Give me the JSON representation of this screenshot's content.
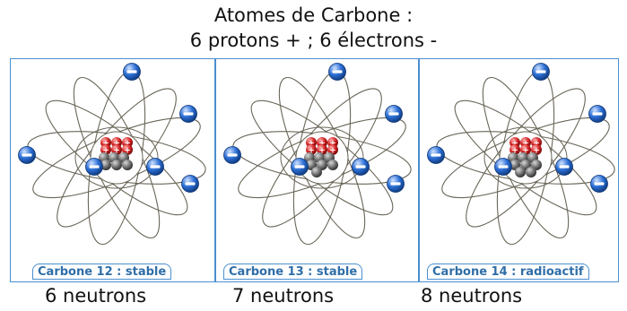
{
  "title": {
    "line1": "Atomes de Carbone :",
    "line2": "6 protons + ; 6 électrons -"
  },
  "panels": [
    {
      "caption": "Carbone 12 : stable",
      "neutrons": 6
    },
    {
      "caption": "Carbone 13 : stable",
      "neutrons": 7
    },
    {
      "caption": "Carbone 14 : radioactif",
      "neutrons": 8
    }
  ],
  "neutron_labels": [
    "6 neutrons",
    "7 neutrons",
    "8 neutrons"
  ],
  "colors": {
    "border": "#4a8fd0",
    "caption_text": "#2f6ea8",
    "proton": "#d02020",
    "neutron": "#707070",
    "electron": "#2c6fd6",
    "orbit": "#6a6658"
  }
}
